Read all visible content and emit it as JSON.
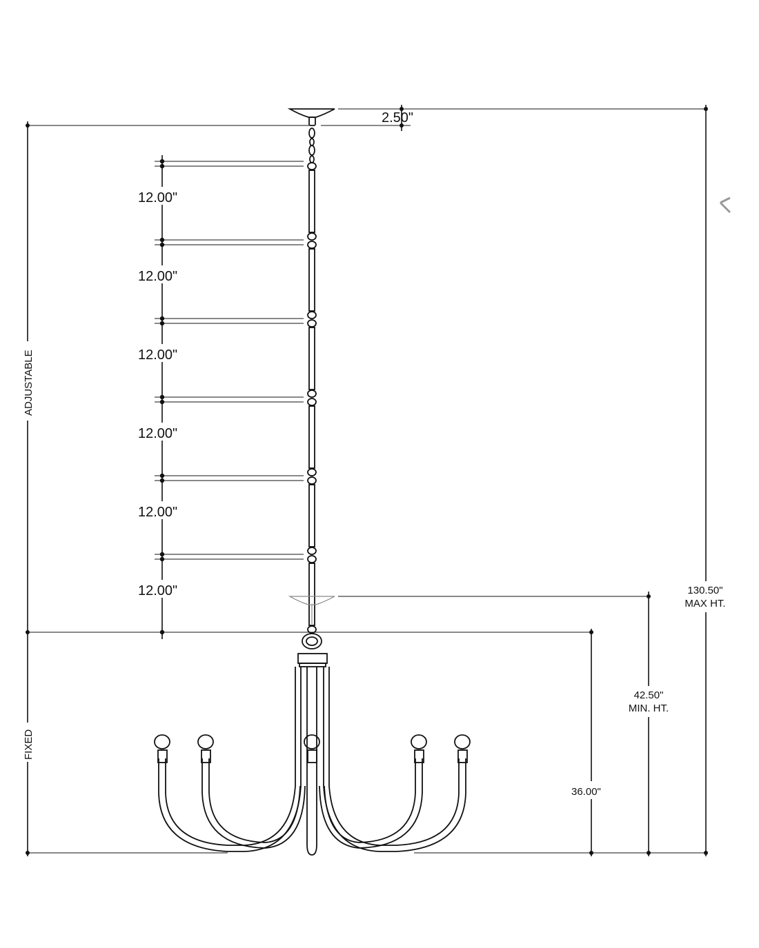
{
  "drawing": {
    "canopy_offset": "2.50\"",
    "adjustable_label": "ADJUSTABLE",
    "fixed_label": "FIXED",
    "chain_segments": [
      "12.00\"",
      "12.00\"",
      "12.00\"",
      "12.00\"",
      "12.00\"",
      "12.00\""
    ],
    "fixed_height": "36.00\"",
    "min_height": {
      "value": "42.50\"",
      "label": "MIN. HT."
    },
    "max_height": {
      "value": "130.50\"",
      "label": "MAX HT."
    }
  }
}
